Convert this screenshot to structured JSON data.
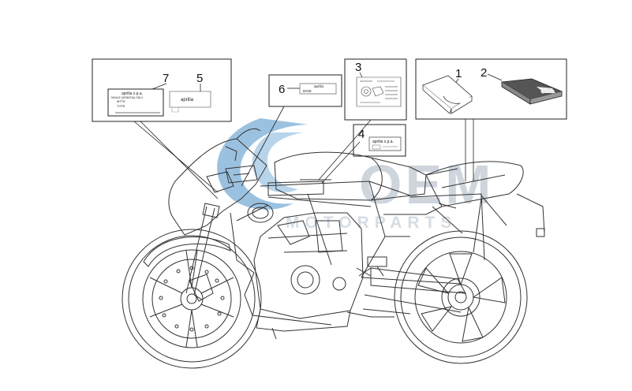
{
  "callouts": [
    "1",
    "2",
    "3",
    "4",
    "5",
    "6",
    "7"
  ],
  "labels": {
    "brand": "aprilia",
    "brand_spa": "aprilia s.p.a.",
    "address": "NOALE (VENEZIA) ITALY",
    "mtte": "MTTE",
    "type": "TYPE",
    "dgm": "DGM"
  },
  "watermark": {
    "logo": "OEM",
    "subtitle": "MOTORPARTS",
    "colors": {
      "blue": "#4a90c8",
      "grey": "#a7b4c0"
    }
  },
  "colors": {
    "ink": "#1a1a1a",
    "line": "#333333"
  }
}
